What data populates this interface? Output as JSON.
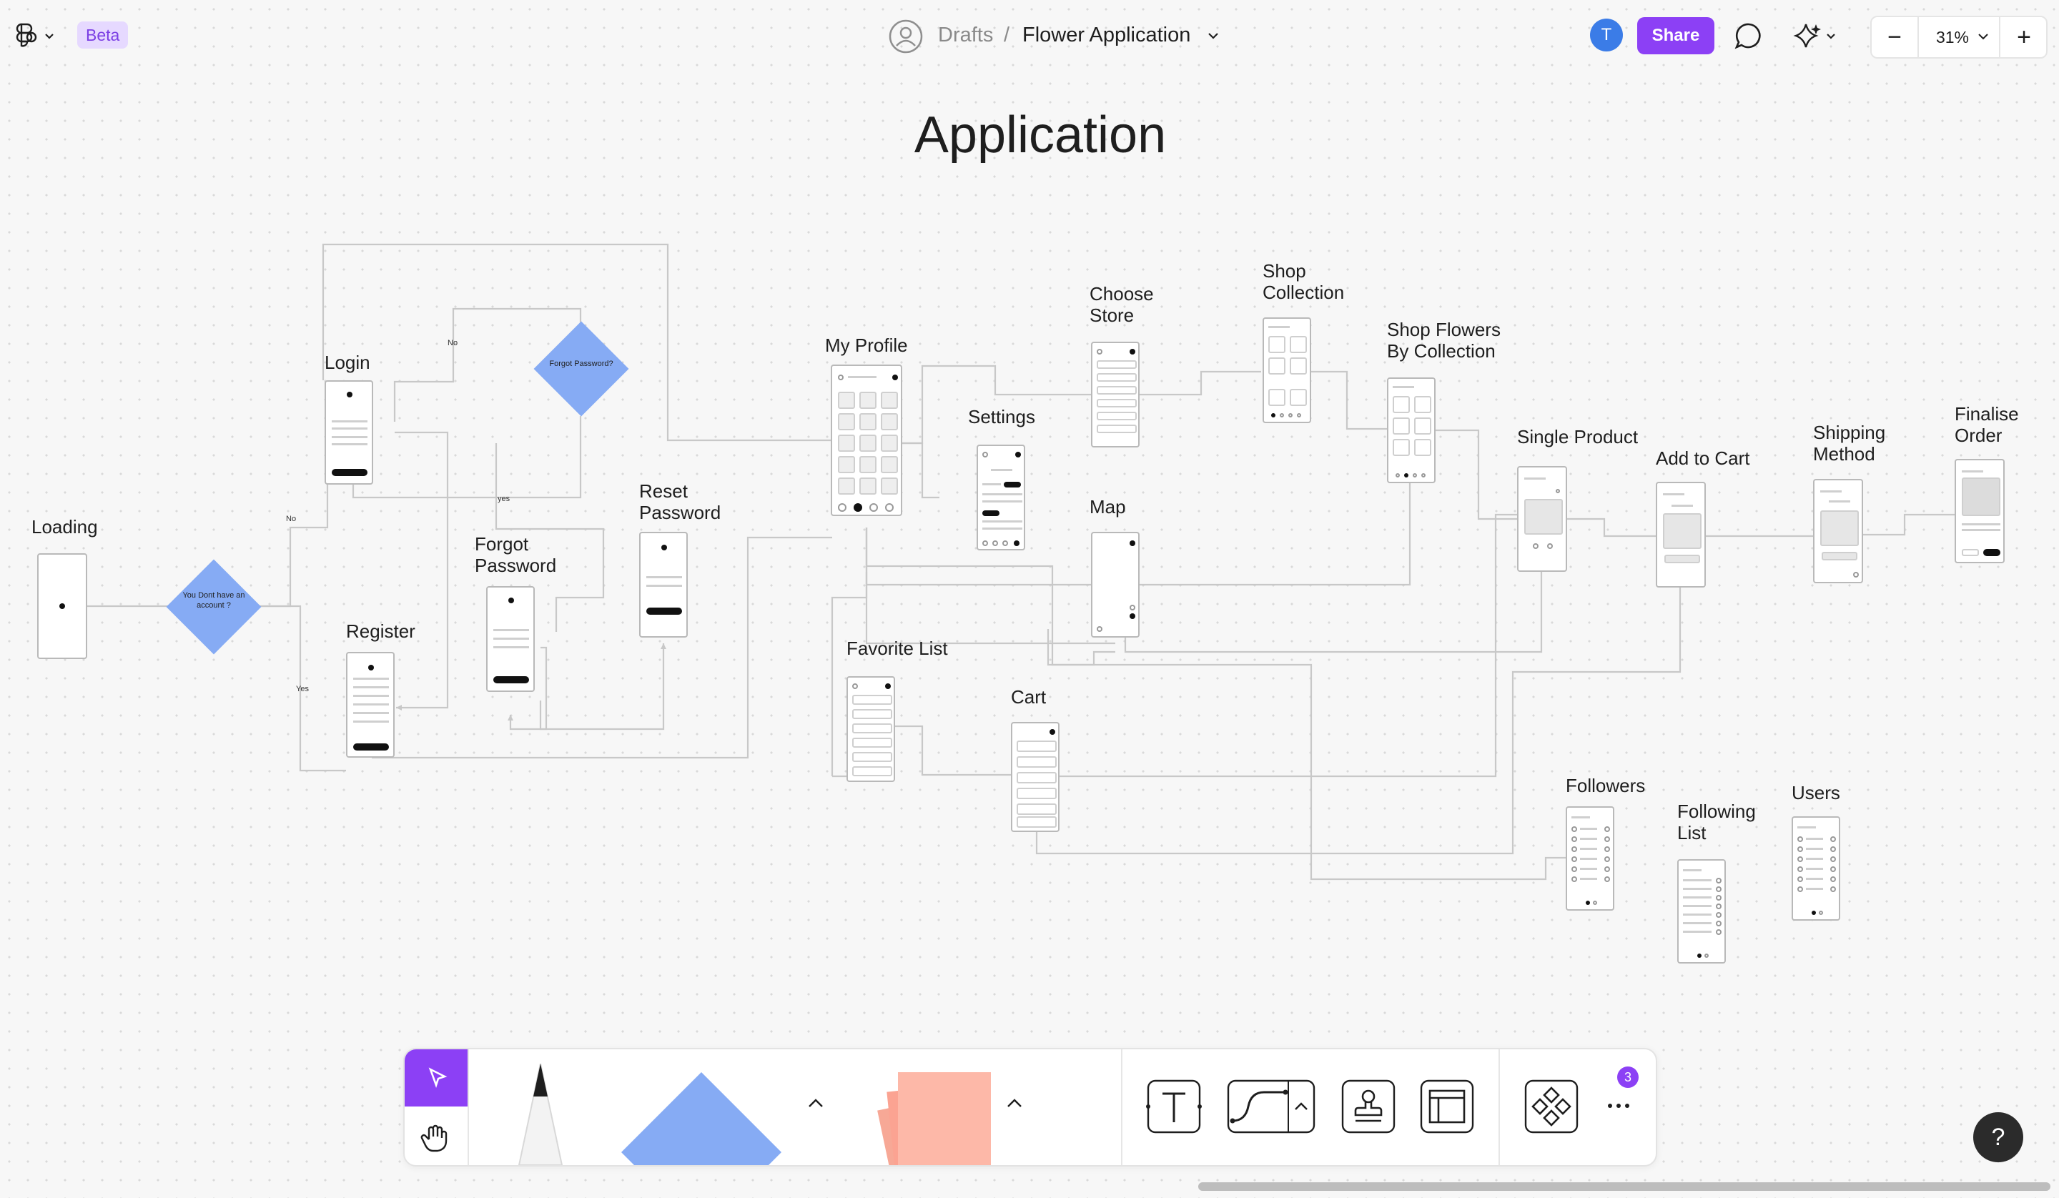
{
  "header": {
    "beta_label": "Beta",
    "breadcrumb_drafts": "Drafts",
    "breadcrumb_sep": "/",
    "file_name": "Flower Application",
    "avatar_initial": "T",
    "share_label": "Share",
    "zoom_minus": "−",
    "zoom_level": "31%",
    "zoom_plus": "+"
  },
  "board": {
    "title": "Application",
    "frames": {
      "loading": "Loading",
      "login": "Login",
      "register": "Register",
      "forgot_password": "Forgot\nPassword",
      "reset_password": "Reset\nPassword",
      "my_profile": "My Profile",
      "settings": "Settings",
      "choose_store": "Choose\nStore",
      "shop_collection": "Shop\nCollection",
      "shop_flowers": "Shop Flowers\nBy Collection",
      "map": "Map",
      "favorite_list": "Favorite List",
      "cart": "Cart",
      "single_product": "Single Product",
      "add_to_cart": "Add to Cart",
      "shipping_method": "Shipping\nMethod",
      "finalise_order": "Finalise\nOrder",
      "followers": "Followers",
      "following_list": "Following\nList",
      "users": "Users"
    },
    "decisions": {
      "account": "You Dont have an account ?",
      "forgot": "Forgot Password?"
    },
    "connector_labels": {
      "no_top": "No",
      "no_left": "No",
      "yes_mid": "yes",
      "yes_left": "Yes"
    }
  },
  "toolbar": {
    "notification_count": "3",
    "tools": [
      "move-tool",
      "hand-tool",
      "pencil-tool",
      "shape-tool",
      "sticky-note-tool",
      "text-tool",
      "connector-tool",
      "stamp-tool",
      "section-tool",
      "components-tool",
      "more-tool"
    ],
    "shape_color": "#86abf4",
    "sticky_color": "#fdb8a8",
    "active_color": "#8c40f5"
  },
  "help_label": "?"
}
